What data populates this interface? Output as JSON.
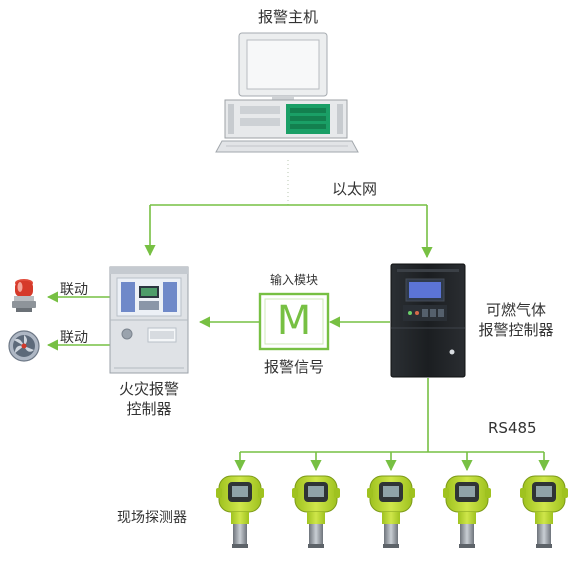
{
  "labels": {
    "alarm_host": "报警主机",
    "ethernet": "以太网",
    "linkage_1": "联动",
    "linkage_2": "联动",
    "input_module": "输入模块",
    "module_letter": "M",
    "alarm_signal": "报警信号",
    "combustible_controller_line1": "可燃气体",
    "combustible_controller_line2": "报警控制器",
    "fire_controller_line1": "火灾报警",
    "fire_controller_line2": "控制器",
    "rs485": "RS485",
    "field_detectors": "现场探测器"
  },
  "colors": {
    "link_green": "#77c043",
    "detector_lime": "#b5d334",
    "cabinet_dark": "#1e2124",
    "panel_grey": "#dfe2e6",
    "screen_blue": "#5b74d6",
    "text": "#333333"
  },
  "icons": {
    "computer": "desktop-computer-icon",
    "beacon": "alarm-beacon-icon",
    "fan": "exhaust-fan-icon",
    "module": "input-module-icon",
    "detector": "gas-detector-icon"
  }
}
